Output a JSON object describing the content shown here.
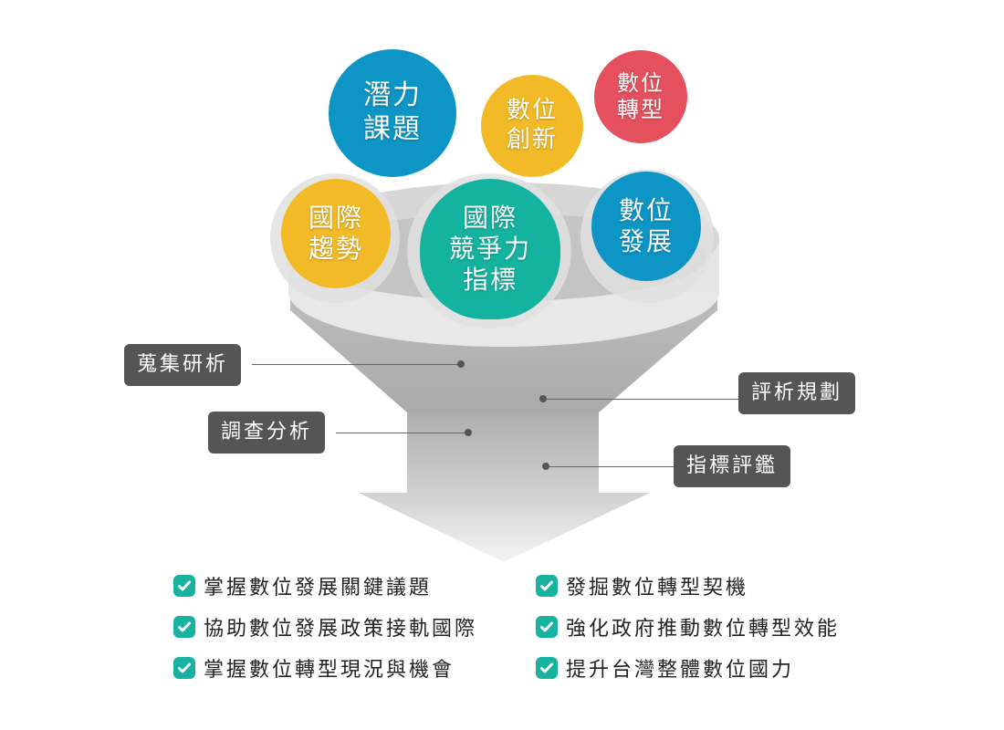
{
  "colors": {
    "blue": "#0d95c5",
    "yellow": "#f1ba26",
    "red": "#e4505d",
    "teal": "#13b39f",
    "tag_bg": "#555555",
    "check": "#17b3a0",
    "funnel_rim": "#e6e6e6",
    "funnel_body": "#b4b4b4"
  },
  "bubbles": [
    {
      "id": "potential-issues",
      "lines": [
        "潛力",
        "課題"
      ],
      "color": "blue"
    },
    {
      "id": "digital-innovation",
      "lines": [
        "數位",
        "創新"
      ],
      "color": "yellow"
    },
    {
      "id": "digital-transformation",
      "lines": [
        "數位",
        "轉型"
      ],
      "color": "red"
    },
    {
      "id": "international-trends",
      "lines": [
        "國際",
        "趨勢"
      ],
      "color": "yellow"
    },
    {
      "id": "intl-competitiveness-index",
      "lines": [
        "國際",
        "競爭力",
        "指標"
      ],
      "color": "teal"
    },
    {
      "id": "digital-development",
      "lines": [
        "數位",
        "發展"
      ],
      "color": "blue"
    }
  ],
  "process_tags": [
    {
      "id": "collect-research",
      "label": "蒐集研析",
      "side": "left"
    },
    {
      "id": "evaluate-plan",
      "label": "評析規劃",
      "side": "right"
    },
    {
      "id": "survey-analysis",
      "label": "調查分析",
      "side": "left"
    },
    {
      "id": "index-evaluation",
      "label": "指標評鑑",
      "side": "right"
    }
  ],
  "outcomes": {
    "left": [
      "掌握數位發展關鍵議題",
      "協助數位發展政策接軌國際",
      "掌握數位轉型現況與機會"
    ],
    "right": [
      "發掘數位轉型契機",
      "強化政府推動數位轉型效能",
      "提升台灣整體數位國力"
    ]
  }
}
